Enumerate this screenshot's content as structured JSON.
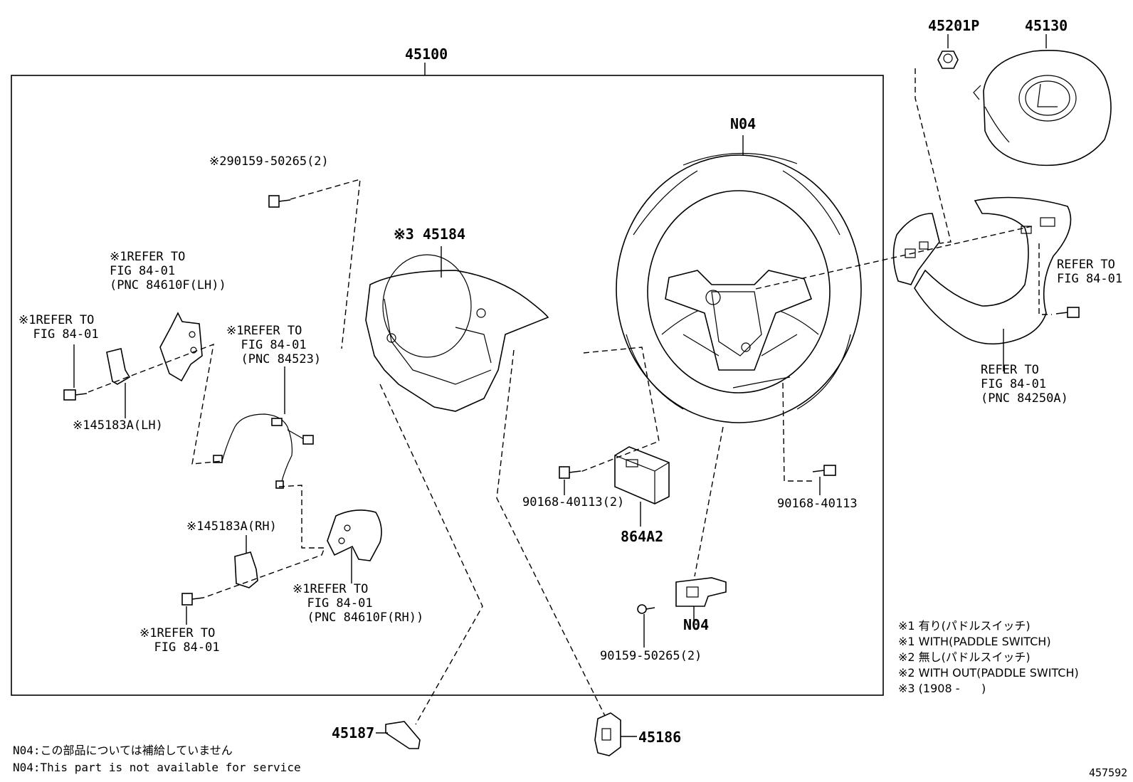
{
  "diagram": {
    "assembly_label": "45100",
    "labels": {
      "p45201p": "45201P",
      "p45130": "45130",
      "n04_top": "N04",
      "bolt_901595_note2": "※290159-50265(2)",
      "p45184": "※3 45184",
      "paddle_lh_ref": "※1REFER TO\nFIG 84-01\n(PNC 84610F(LH))",
      "bolt_lh_ref": "※1REFER TO\n  FIG 84-01",
      "cover_lh": "※145183A(LH)",
      "harness_ref": "※1REFER TO\n  FIG 84-01\n  (PNC 84523)",
      "cover_rh": "※145183A(RH)",
      "paddle_rh_ref": "※1REFER TO\n  FIG 84-01\n  (PNC 84610F(RH))",
      "bolt_rh_ref": "※1REFER TO\n  FIG 84-01",
      "switch_ref_right": "REFER TO\nFIG 84-01",
      "switch_ref_bottom": "REFER TO\nFIG 84-01\n(PNC 84250A)",
      "bolt_90168_2": "90168-40113(2)",
      "p864a2": "864A2",
      "bolt_90168": "90168-40113",
      "n04_lower": "N04",
      "bolt_90159_2": "90159-50265(2)",
      "p45187": "45187",
      "p45186": "45186"
    },
    "notes": [
      "※1 有り(パドルスイッチ)",
      "※1 WITH(PADDLE SWITCH)",
      "※2 無し(パドルスイッチ)",
      "※2 WITH OUT(PADDLE SWITCH)",
      "※3 (1908 -      )"
    ],
    "footnotes": [
      "N04:この部品については補給していません",
      "N04:This part is not available for service"
    ],
    "figure_id": "457592"
  }
}
